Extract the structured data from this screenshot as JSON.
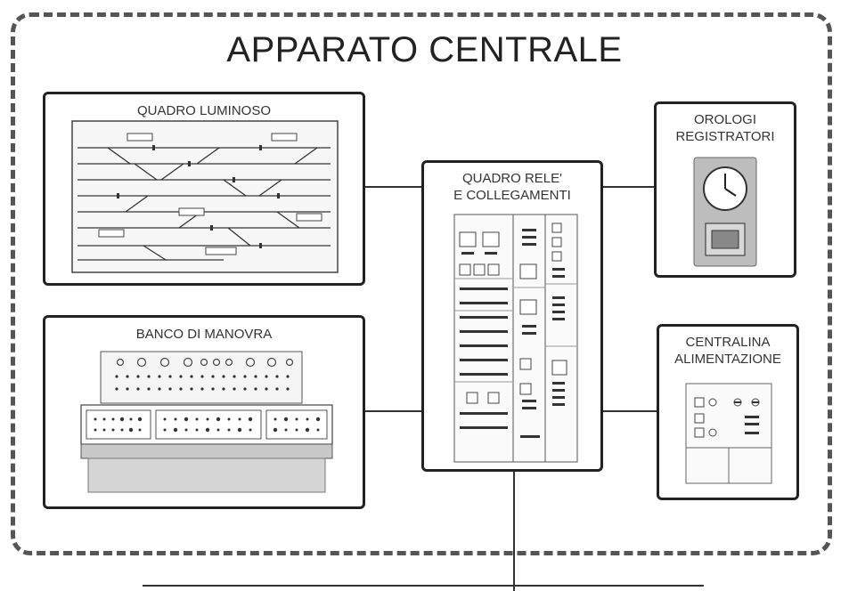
{
  "title": "APPARATO CENTRALE",
  "boxes": {
    "quadro_luminoso": "QUADRO LUMINOSO",
    "banco_manovra": "BANCO DI MANOVRA",
    "quadro_rele_line1": "QUADRO RELE'",
    "quadro_rele_line2": "E COLLEGAMENTI",
    "orologi_line1": "OROLOGI",
    "orologi_line2": "REGISTRATORI",
    "centralina_line1": "CENTRALINA",
    "centralina_line2": "ALIMENTAZIONE"
  }
}
